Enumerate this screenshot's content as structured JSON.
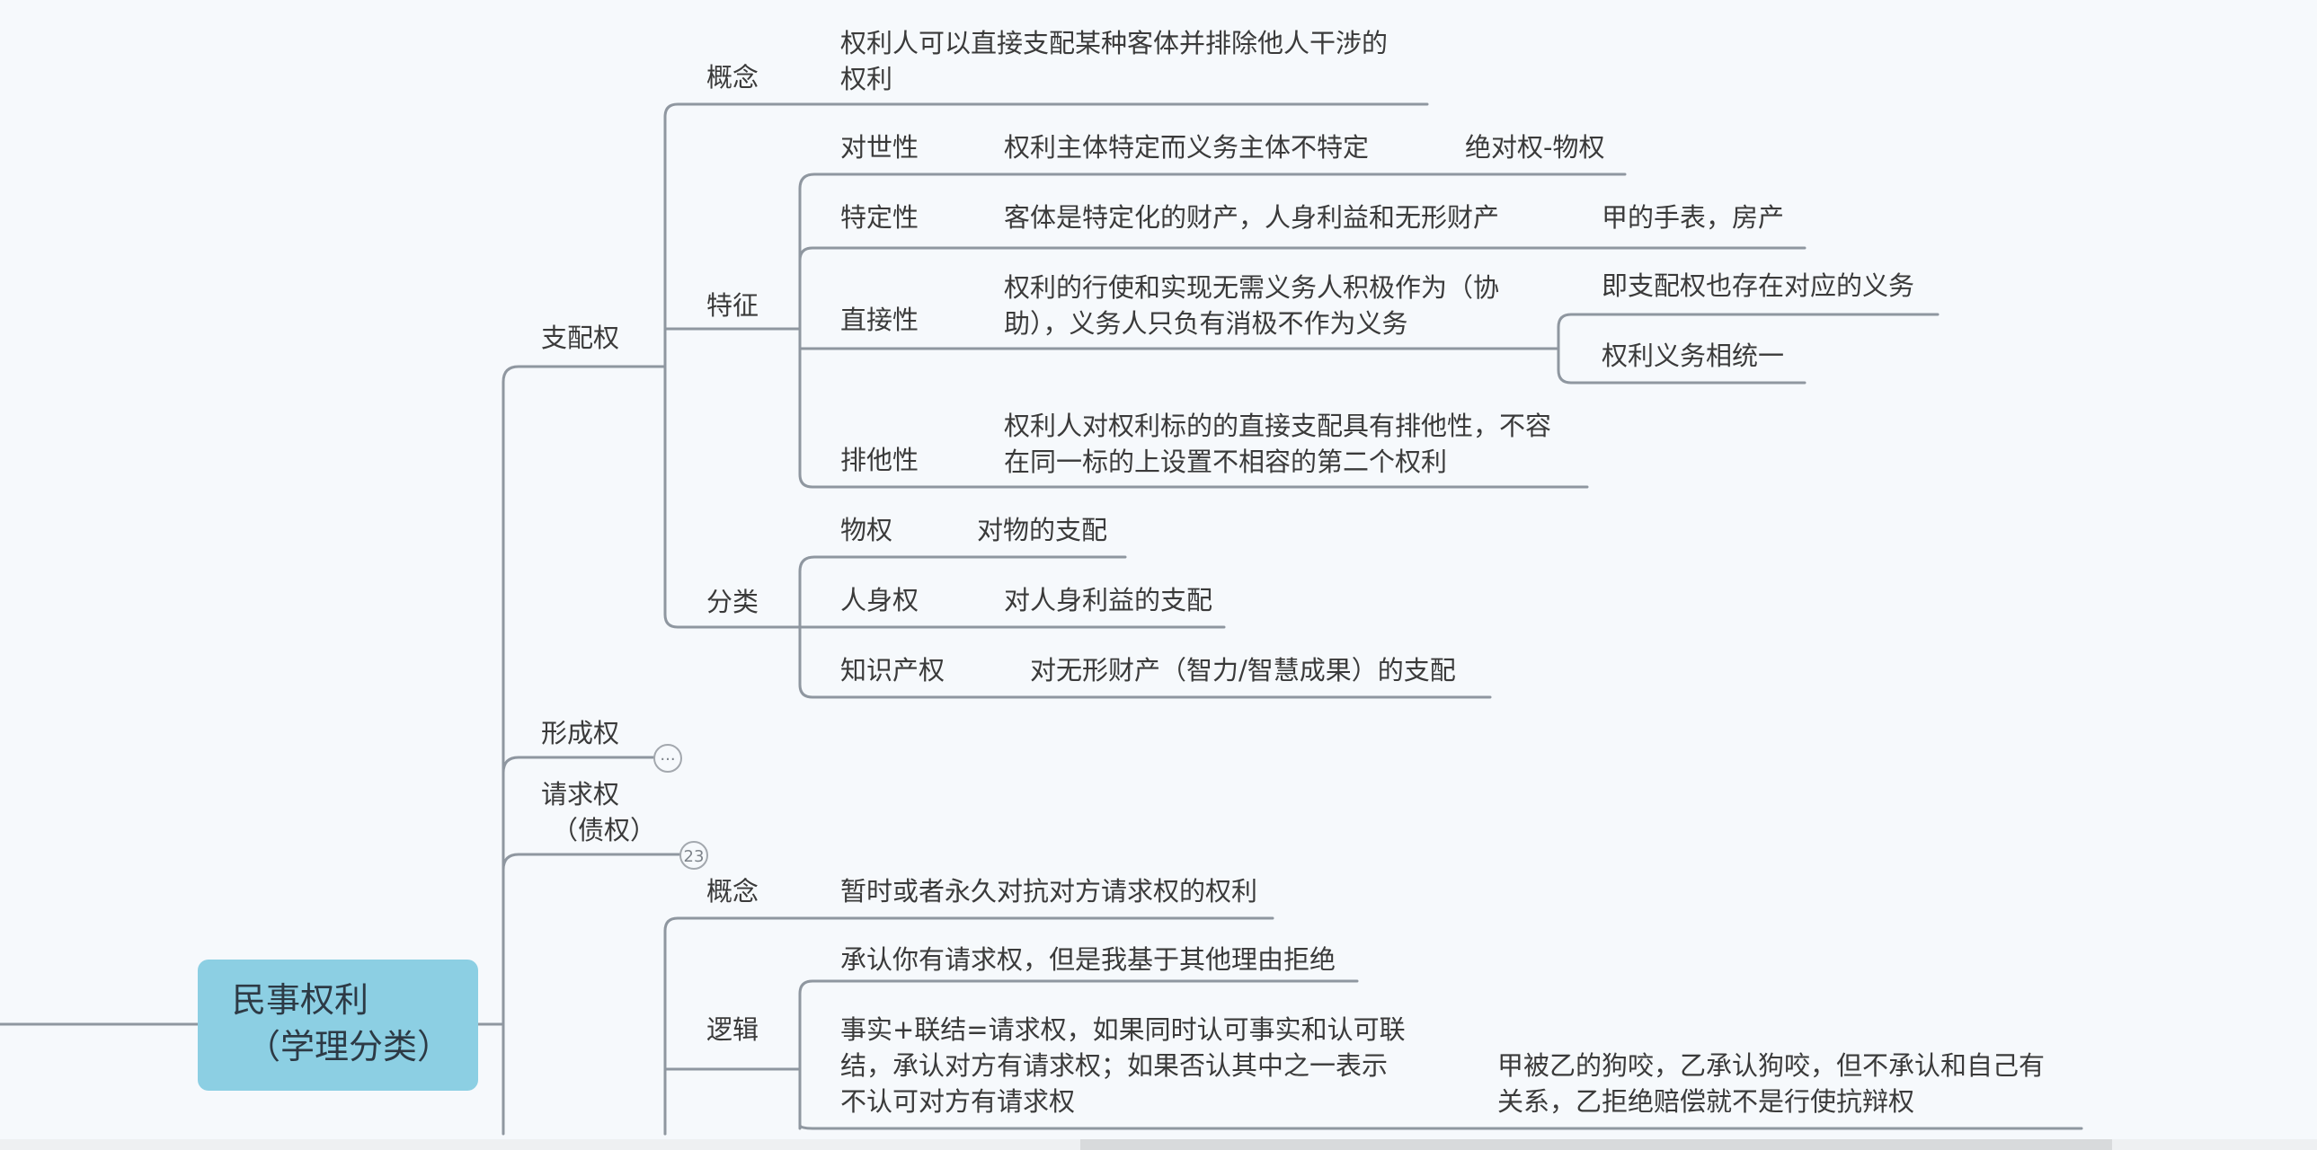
{
  "root": {
    "line1": "民事权利",
    "line2": "（学理分类）"
  },
  "zhipeiquan": {
    "label": "支配权",
    "gainian": {
      "label": "概念",
      "line1": "权利人可以直接支配某种客体并排除他人干涉的",
      "line2": "权利"
    },
    "tezheng": {
      "label": "特征",
      "duishixing": {
        "label": "对世性",
        "desc": "权利主体特定而义务主体不特定",
        "example": "绝对权-物权"
      },
      "tedingxing": {
        "label": "特定性",
        "desc": "客体是特定化的财产，人身利益和无形财产",
        "example": "甲的手表，房产"
      },
      "zhijiexing": {
        "label": "直接性",
        "line1": "权利的行使和实现无需义务人积极作为（协",
        "line2": "助），义务人只负有消极不作为义务",
        "sub1": "即支配权也存在对应的义务",
        "sub2": "权利义务相统一"
      },
      "paitaxing": {
        "label": "排他性",
        "line1": "权利人对权利标的的直接支配具有排他性，不容",
        "line2": "在同一标的上设置不相容的第二个权利"
      }
    },
    "fenlei": {
      "label": "分类",
      "wuquan": {
        "label": "物权",
        "desc": "对物的支配"
      },
      "renshenquan": {
        "label": "人身权",
        "desc": "对人身利益的支配"
      },
      "zhishi": {
        "label": "知识产权",
        "desc": "对无形财产（智力/智慧成果）的支配"
      }
    }
  },
  "xingchengquan": {
    "label": "形成权",
    "badge": "···"
  },
  "qingqiuquan": {
    "line1": "请求权",
    "line2": "（债权）",
    "badge": "23"
  },
  "kangbianquan": {
    "gainian": {
      "label": "概念",
      "desc": "暂时或者永久对抗对方请求权的权利"
    },
    "luoji": {
      "label": "逻辑",
      "item1": "承认你有请求权，但是我基于其他理由拒绝",
      "item2": {
        "line1": "事实+联结=请求权，如果同时认可事实和认可联",
        "line2": "结，承认对方有请求权；如果否认其中之一表示",
        "line3": "不认可对方有请求权"
      },
      "example": {
        "line1": "甲被乙的狗咬，乙承认狗咬，但不承认和自己有",
        "line2": "关系，乙拒绝赔偿就不是行使抗辩权"
      }
    }
  }
}
